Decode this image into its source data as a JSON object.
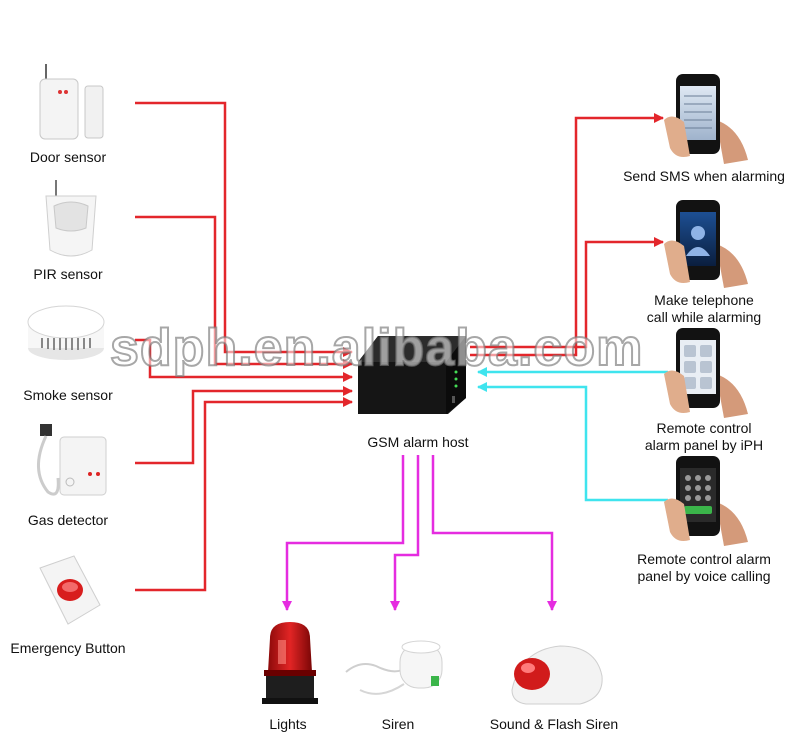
{
  "center": {
    "label": "GSM alarm host"
  },
  "inputs": [
    {
      "label": "Door  sensor",
      "icon": "door-sensor-icon"
    },
    {
      "label": "PIR  sensor",
      "icon": "pir-sensor-icon"
    },
    {
      "label": "Smoke sensor",
      "icon": "smoke-sensor-icon"
    },
    {
      "label": "Gas detector",
      "icon": "gas-detector-icon"
    },
    {
      "label": "Emergency Button",
      "icon": "emergency-button-icon"
    }
  ],
  "phones": [
    {
      "line1": "Send SMS when alarming",
      "line2": "",
      "icon": "phone-sms-icon"
    },
    {
      "line1": "Make telephone",
      "line2": "call while alarming",
      "icon": "phone-call-icon"
    },
    {
      "line1": "Remote control",
      "line2": "alarm panel by iPH",
      "icon": "phone-app-icon"
    },
    {
      "line1": "Remote control alarm",
      "line2": "panel by voice calling",
      "icon": "phone-keypad-icon"
    }
  ],
  "outputs": [
    {
      "label": "Lights",
      "icon": "warning-light-icon"
    },
    {
      "label": "Siren",
      "icon": "siren-icon"
    },
    {
      "label": "Sound & Flash Siren",
      "icon": "flash-siren-icon"
    }
  ],
  "watermark": "sdph.en.alibaba.com",
  "colors": {
    "input_line": "#e3262b",
    "output_line": "#e52ce0",
    "control_line": "#3fe4ee"
  }
}
